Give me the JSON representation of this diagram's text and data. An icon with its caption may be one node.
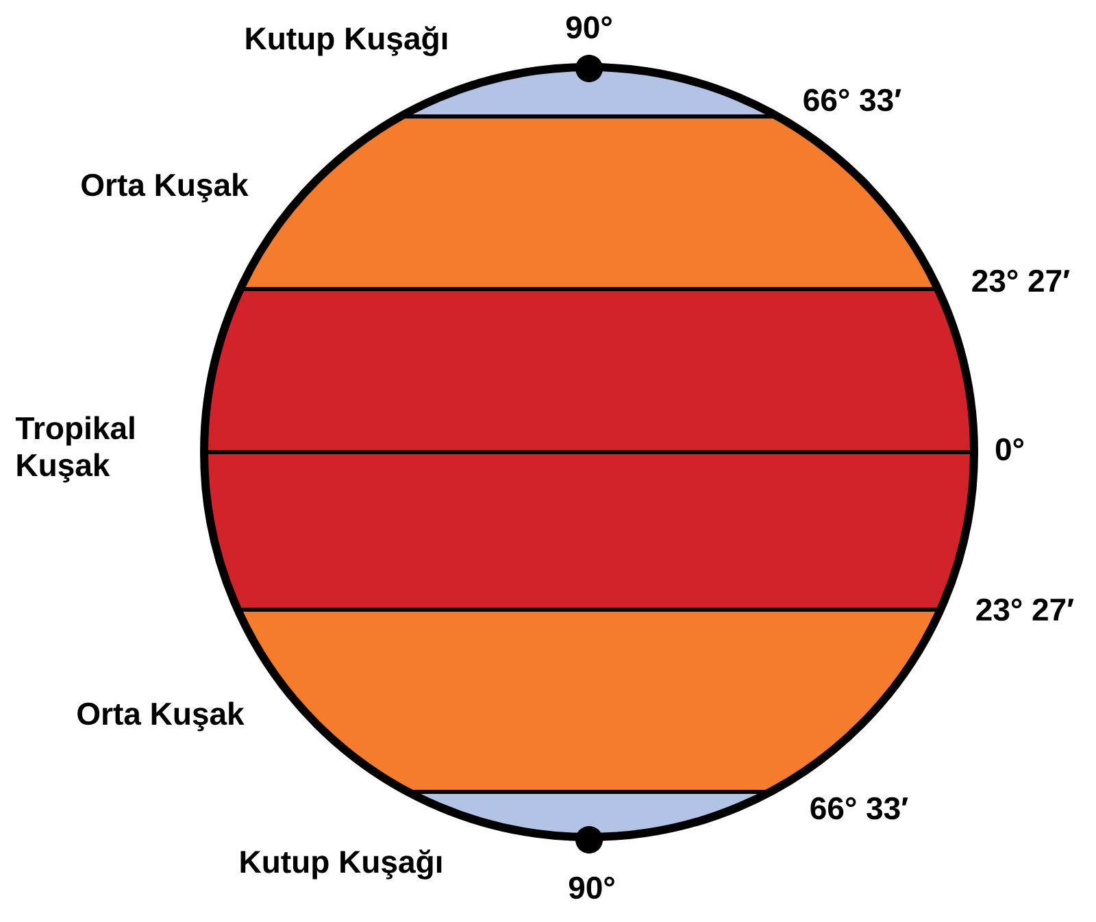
{
  "diagram": {
    "labels": [
      "Kutup Kuşağı",
      "90°",
      "66° 33′",
      "Orta Kuşak",
      "23° 27′",
      "Tropikal Kuşak",
      "0°",
      "23° 27′",
      "Orta Kuşak",
      "66° 33′",
      "Kutup Kuşağı",
      "90°"
    ]
  }
}
